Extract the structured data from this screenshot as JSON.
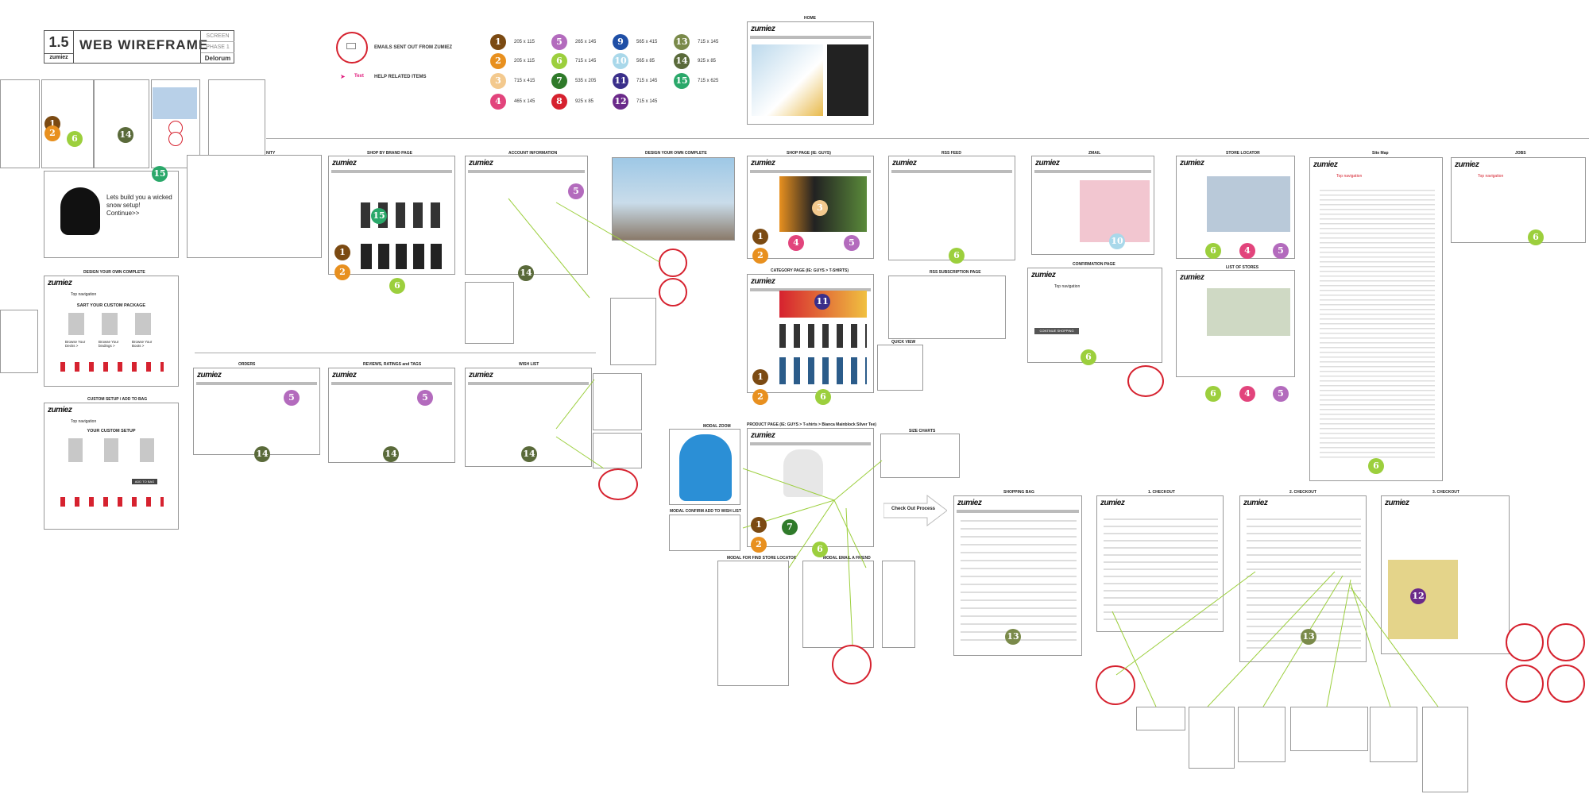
{
  "title_block": {
    "number": "1.5",
    "brand": "zumiez",
    "title": "WEB WIREFRAME",
    "meta_top": "SCREEN",
    "phase": "PHASE 1",
    "author": "Delorum"
  },
  "legend": {
    "email_label": "EMAILS SENT OUT FROM ZUMIEZ",
    "help_arrow": "Text",
    "help_label": "HELP RELATED ITEMS"
  },
  "dimension_key": [
    {
      "n": "1",
      "size": "205 x 115",
      "color": "#7b4a12"
    },
    {
      "n": "2",
      "size": "205 x 115",
      "color": "#e8901f"
    },
    {
      "n": "3",
      "size": "715 x 415",
      "color": "#f3c98e"
    },
    {
      "n": "4",
      "size": "465 x 145",
      "color": "#e2447c"
    },
    {
      "n": "5",
      "size": "265 x 145",
      "color": "#b36bbd"
    },
    {
      "n": "6",
      "size": "715 x 145",
      "color": "#9ccf3d"
    },
    {
      "n": "7",
      "size": "535 x 205",
      "color": "#2f7a2a"
    },
    {
      "n": "8",
      "size": "925 x 85",
      "color": "#d6222f"
    },
    {
      "n": "9",
      "size": "565 x 415",
      "color": "#1f4fa6"
    },
    {
      "n": "10",
      "size": "565 x 85",
      "color": "#a9d8ea"
    },
    {
      "n": "11",
      "size": "715 x 145",
      "color": "#3a2f8a"
    },
    {
      "n": "12",
      "size": "715 x 145",
      "color": "#6a2a8a"
    },
    {
      "n": "13",
      "size": "715 x 145",
      "color": "#7a8a4a"
    },
    {
      "n": "14",
      "size": "925 x 85",
      "color": "#5a6a3a"
    },
    {
      "n": "15",
      "size": "715 x 625",
      "color": "#2aa86a"
    }
  ],
  "logo_text": "zumiez",
  "pages": {
    "home": "HOME",
    "shop_by_brand": "SHOP BY BRAND PAGE",
    "account_information": "ACCOUNT INFORMATION",
    "design_your_own": "DESIGN YOUR OWN COMPLETE",
    "shop_page": "SHOP PAGE (IE: GUYS)",
    "rss_feed": "RSS FEED",
    "zmail": "ZMAIL",
    "store_locator": "STORE LOCATOR",
    "site_map": "Site Map",
    "jobs": "JOBS",
    "community": "NITY",
    "design_your_own_left": "DESIGN YOUR OWN COMPLETE",
    "custom_setup": "CUSTOM SETUP / ADD TO BAG",
    "orders": "ORDERS",
    "reviews": "REVIEWS, RATINGS and TAGS",
    "wish_list": "WISH LIST",
    "category_page": "CATEGORY PAGE (IE: GUYS > T-SHIRTS)",
    "rss_subscription": "RSS SUBSCRIPTION PAGE",
    "confirmation": "CONFIRMATION PAGE",
    "list_of_stores": "LIST OF STORES",
    "quick_view": "QUICK VIEW",
    "product_page": "PRODUCT PAGE (IE: GUYS > T-shirts > Bianca Mainblock Silver Tee)",
    "modal_zoom": "MODAL ZOOM",
    "size_charts": "SIZE CHARTS",
    "modal_confirm_wish": "MODAL CONFIRM ADD TO WISH LIST",
    "modal_store_locator": "MODAL FOR FIND STORE LOCATOR",
    "modal_email_friend": "MODAL EMAIL A FRIEND",
    "check_out_process": "Check Out Process",
    "shopping_bag": "SHOPPING BAG",
    "checkout_1": "1. CHECKOUT",
    "checkout_2": "2. CHECKOUT",
    "checkout_3": "3. CHECKOUT"
  },
  "snippets": {
    "top_navigation": "Top navigation",
    "start_custom_package": "SART YOUR CUSTOM PACKAGE",
    "your_custom_setup": "YOUR CUSTOM SETUP",
    "browse_decks": "Browse Your Decks >",
    "browse_bindings": "Browse Your bindings >",
    "browse_boots": "Browse Your Boots >",
    "build_text": "Lets build you a wicked snow setup! Continue>>",
    "continue_shopping": "CONTINUE SHOPPING",
    "add_to_bag": "ADD TO BAG"
  }
}
